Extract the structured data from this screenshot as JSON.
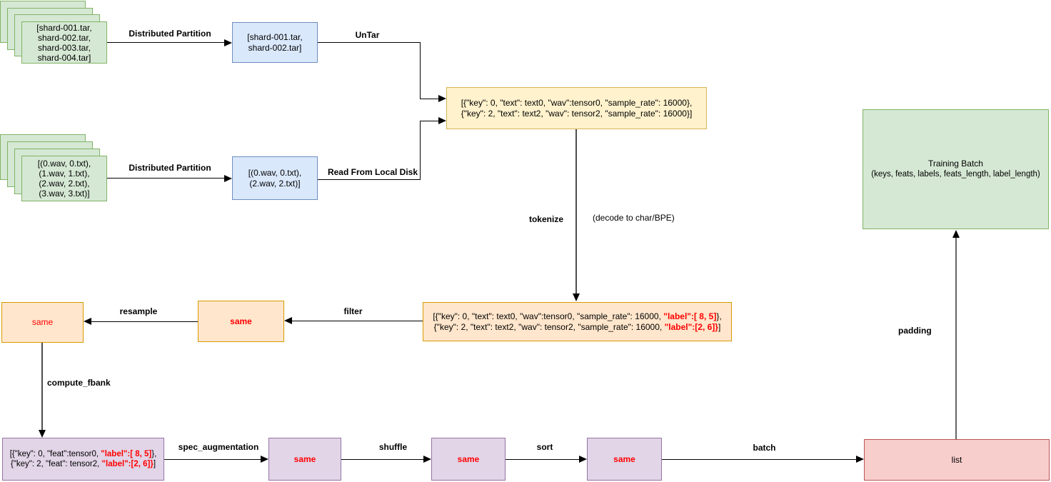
{
  "colors": {
    "green_fill": "#d5e8d4",
    "green_border": "#82b366",
    "blue_fill": "#dae8fc",
    "blue_border": "#6c8ebf",
    "yellow_fill": "#fff2cc",
    "yellow_border": "#d6b656",
    "orange_fill": "#ffe6cc",
    "orange_border": "#d79b00",
    "purple_fill": "#e1d5e7",
    "purple_border": "#9673a6",
    "pink_fill": "#f8cecc",
    "pink_border": "#b85450",
    "highlight_text": "#ff0000"
  },
  "nodes": {
    "shard_stack": {
      "l1": "[shard-001.tar,",
      "l2": "shard-002.tar,",
      "l3": "shard-003.tar,",
      "l4": "shard-004.tar]"
    },
    "shard_subset": {
      "l1": "[shard-001.tar,",
      "l2": "shard-002.tar]"
    },
    "wav_stack": {
      "l1": "[(0.wav, 0.txt),",
      "l2": "(1.wav, 1.txt),",
      "l3": "(2.wav, 2.txt),",
      "l4": "(3.wav, 3.txt)]"
    },
    "wav_subset": {
      "l1": "[(0.wav, 0.txt),",
      "l2": "(2.wav, 2.txt)]"
    },
    "untar_output": {
      "l1": "[{\"key\": 0, \"text\": text0, \"wav\":tensor0, \"sample_rate\": 16000},",
      "l2": "{\"key\": 2, \"text\": text2, \"wav\": tensor2, \"sample_rate\": 16000}]"
    },
    "tokenized_output": {
      "l1a": "[{\"key\": 0, \"text\": text0, \"wav\":tensor0, \"sample_rate\": 16000, ",
      "l1b": "\"label\":[ 8, 5]",
      "l1c": "},",
      "l2a": "{\"key\": 2, \"text\": text2, \"wav\": tensor2, \"sample_rate\": 16000, ",
      "l2b": "\"label\":[2, 6]}",
      "l2c": "]"
    },
    "fbank_output": {
      "l1a": "[{\"key\": 0,  \"feat\":tensor0, ",
      "l1b": "\"label\":[ 8, 5]",
      "l1c": "},",
      "l2a": "{\"key\": 2,  \"feat\": tensor2,  ",
      "l2b": "\"label\":[2, 6]}",
      "l2c": "]"
    },
    "same_label": "same",
    "list_label": "list",
    "training_batch": {
      "title": "Training Batch",
      "subtitle": "(keys, feats, labels, feats_length, label_length)"
    }
  },
  "edges": {
    "distributed_partition1": "Distributed Partition",
    "untar": "UnTar",
    "distributed_partition2": "Distributed Partition",
    "read_from_local_disk": "Read From Local Disk",
    "tokenize": "tokenize",
    "decode_note": "(decode to char/BPE)",
    "filter": "filter",
    "resample": "resample",
    "compute_fbank": "compute_fbank",
    "spec_augmentation": "spec_augmentation",
    "shuffle": "shuffle",
    "sort": "sort",
    "batch": "batch",
    "padding": "padding"
  }
}
